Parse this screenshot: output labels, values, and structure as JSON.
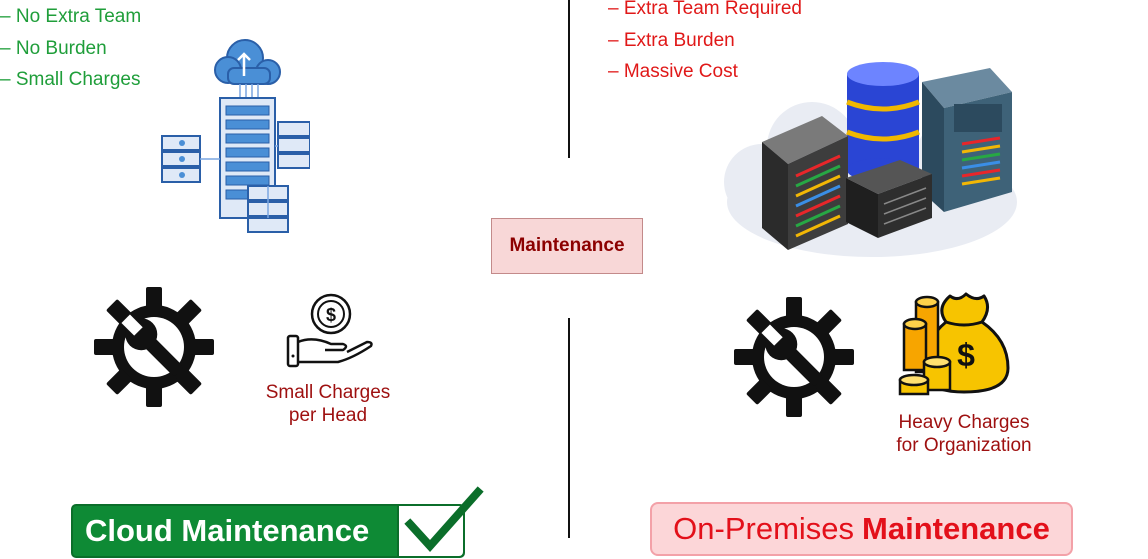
{
  "cloud": {
    "benefits": [
      "– No Extra Team",
      "– No Burden",
      "– Small Charges"
    ],
    "charges_line1": "Small Charges",
    "charges_line2": "per Head",
    "badge_label": "Cloud Maintenance",
    "icons": [
      "cloud-server-icon",
      "gear-wrench-icon",
      "hand-coin-icon",
      "checkmark-icon"
    ]
  },
  "center": {
    "label": "Maintenance"
  },
  "onprem": {
    "drawbacks": [
      "– Extra Team Required",
      "– Extra Burden",
      "– Massive Cost"
    ],
    "charges_line1": "Heavy Charges",
    "charges_line2": "for Organization",
    "badge_prefix": "On-Premises",
    "badge_bold": "Maintenance",
    "icons": [
      "server-racks-icon",
      "gear-wrench-icon",
      "money-bag-icon"
    ]
  },
  "colors": {
    "cloud_green": "#1f9e3a",
    "badge_green": "#0e8a35",
    "onprem_red": "#e01818",
    "caption_red": "#9e1010",
    "center_bg": "#f8d7d7",
    "onprem_badge_bg": "#fcd6d8"
  }
}
